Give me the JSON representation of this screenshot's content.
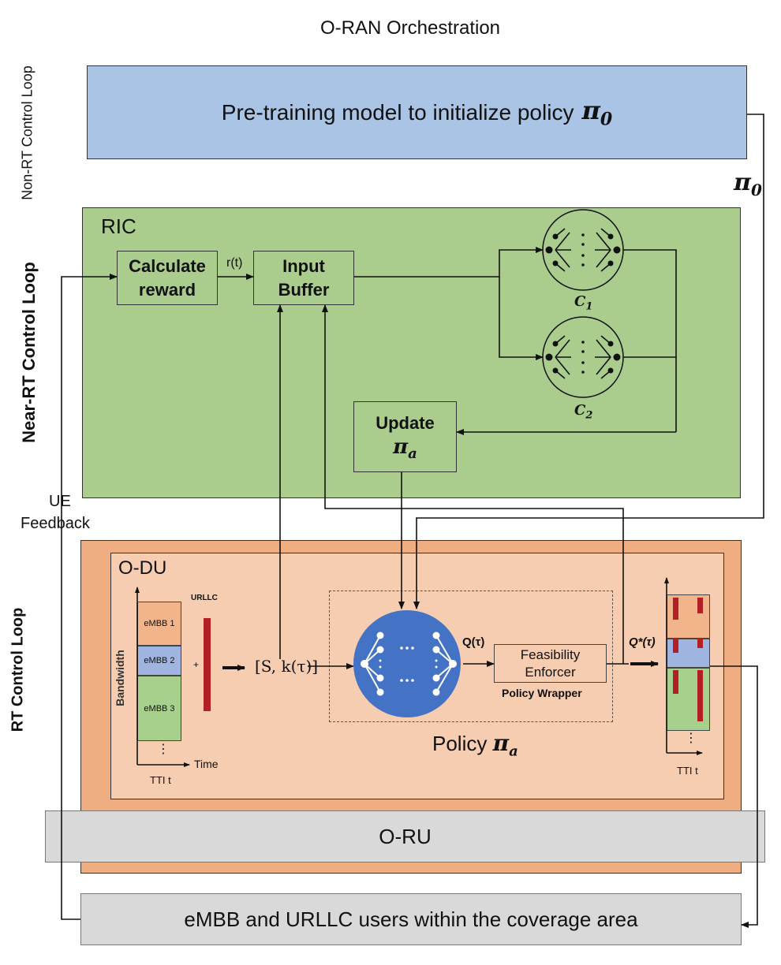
{
  "title": "O-RAN Orchestration",
  "loops": {
    "non_rt": "Non-RT Control Loop",
    "near_rt": "Near-RT Control Loop",
    "rt": "RT Control Loop"
  },
  "pretrain": {
    "text": "Pre-training model to initialize policy",
    "symbol": "π",
    "sub": "0"
  },
  "pi0_label": {
    "symbol": "π",
    "sub": "0"
  },
  "ric": {
    "label": "RIC",
    "calc_reward": "Calculate reward",
    "rt_label": "r(t)",
    "input_buffer": "Input Buffer",
    "update": "Update",
    "update_symbol": "π",
    "update_sub": "a",
    "c1": {
      "symbol": "C",
      "sub": "1"
    },
    "c2": {
      "symbol": "C",
      "sub": "2"
    }
  },
  "ue_feedback": {
    "line1": "UE",
    "line2": "Feedback"
  },
  "odu": {
    "label": "O-DU",
    "bandwidth": "Bandwidth",
    "urllc": "URLLC",
    "embb1": "eMBB 1",
    "embb2": "eMBB 2",
    "embb3": "eMBB 3",
    "plus": "+",
    "dots": "⋮",
    "time": "Time",
    "tti": "TTI t",
    "state": "[S, k(τ)]",
    "q_tau": "Q(τ)",
    "q_star": "Q*(τ)",
    "feasibility_line1": "Feasibility",
    "feasibility_line2": "Enforcer",
    "policy_wrapper": "Policy Wrapper",
    "policy_text": "Policy",
    "policy_symbol": "π",
    "policy_sub": "a",
    "out_dots": "⋮",
    "out_tti": "TTI t"
  },
  "oru": "O-RU",
  "users": "eMBB and URLLC users within the coverage area",
  "colors": {
    "pretrain_fill": "#a9c4e4",
    "ric_fill": "#aacd8e",
    "rt_outer_fill": "#efae82",
    "odu_fill": "#f6cdb1",
    "oru_fill": "#d9d9d9",
    "embb1": "#f2b48a",
    "embb2": "#9fb4df",
    "embb3": "#a8d08d",
    "urllc_bar": "#b21f24",
    "nn_fill": "#4472c4"
  }
}
